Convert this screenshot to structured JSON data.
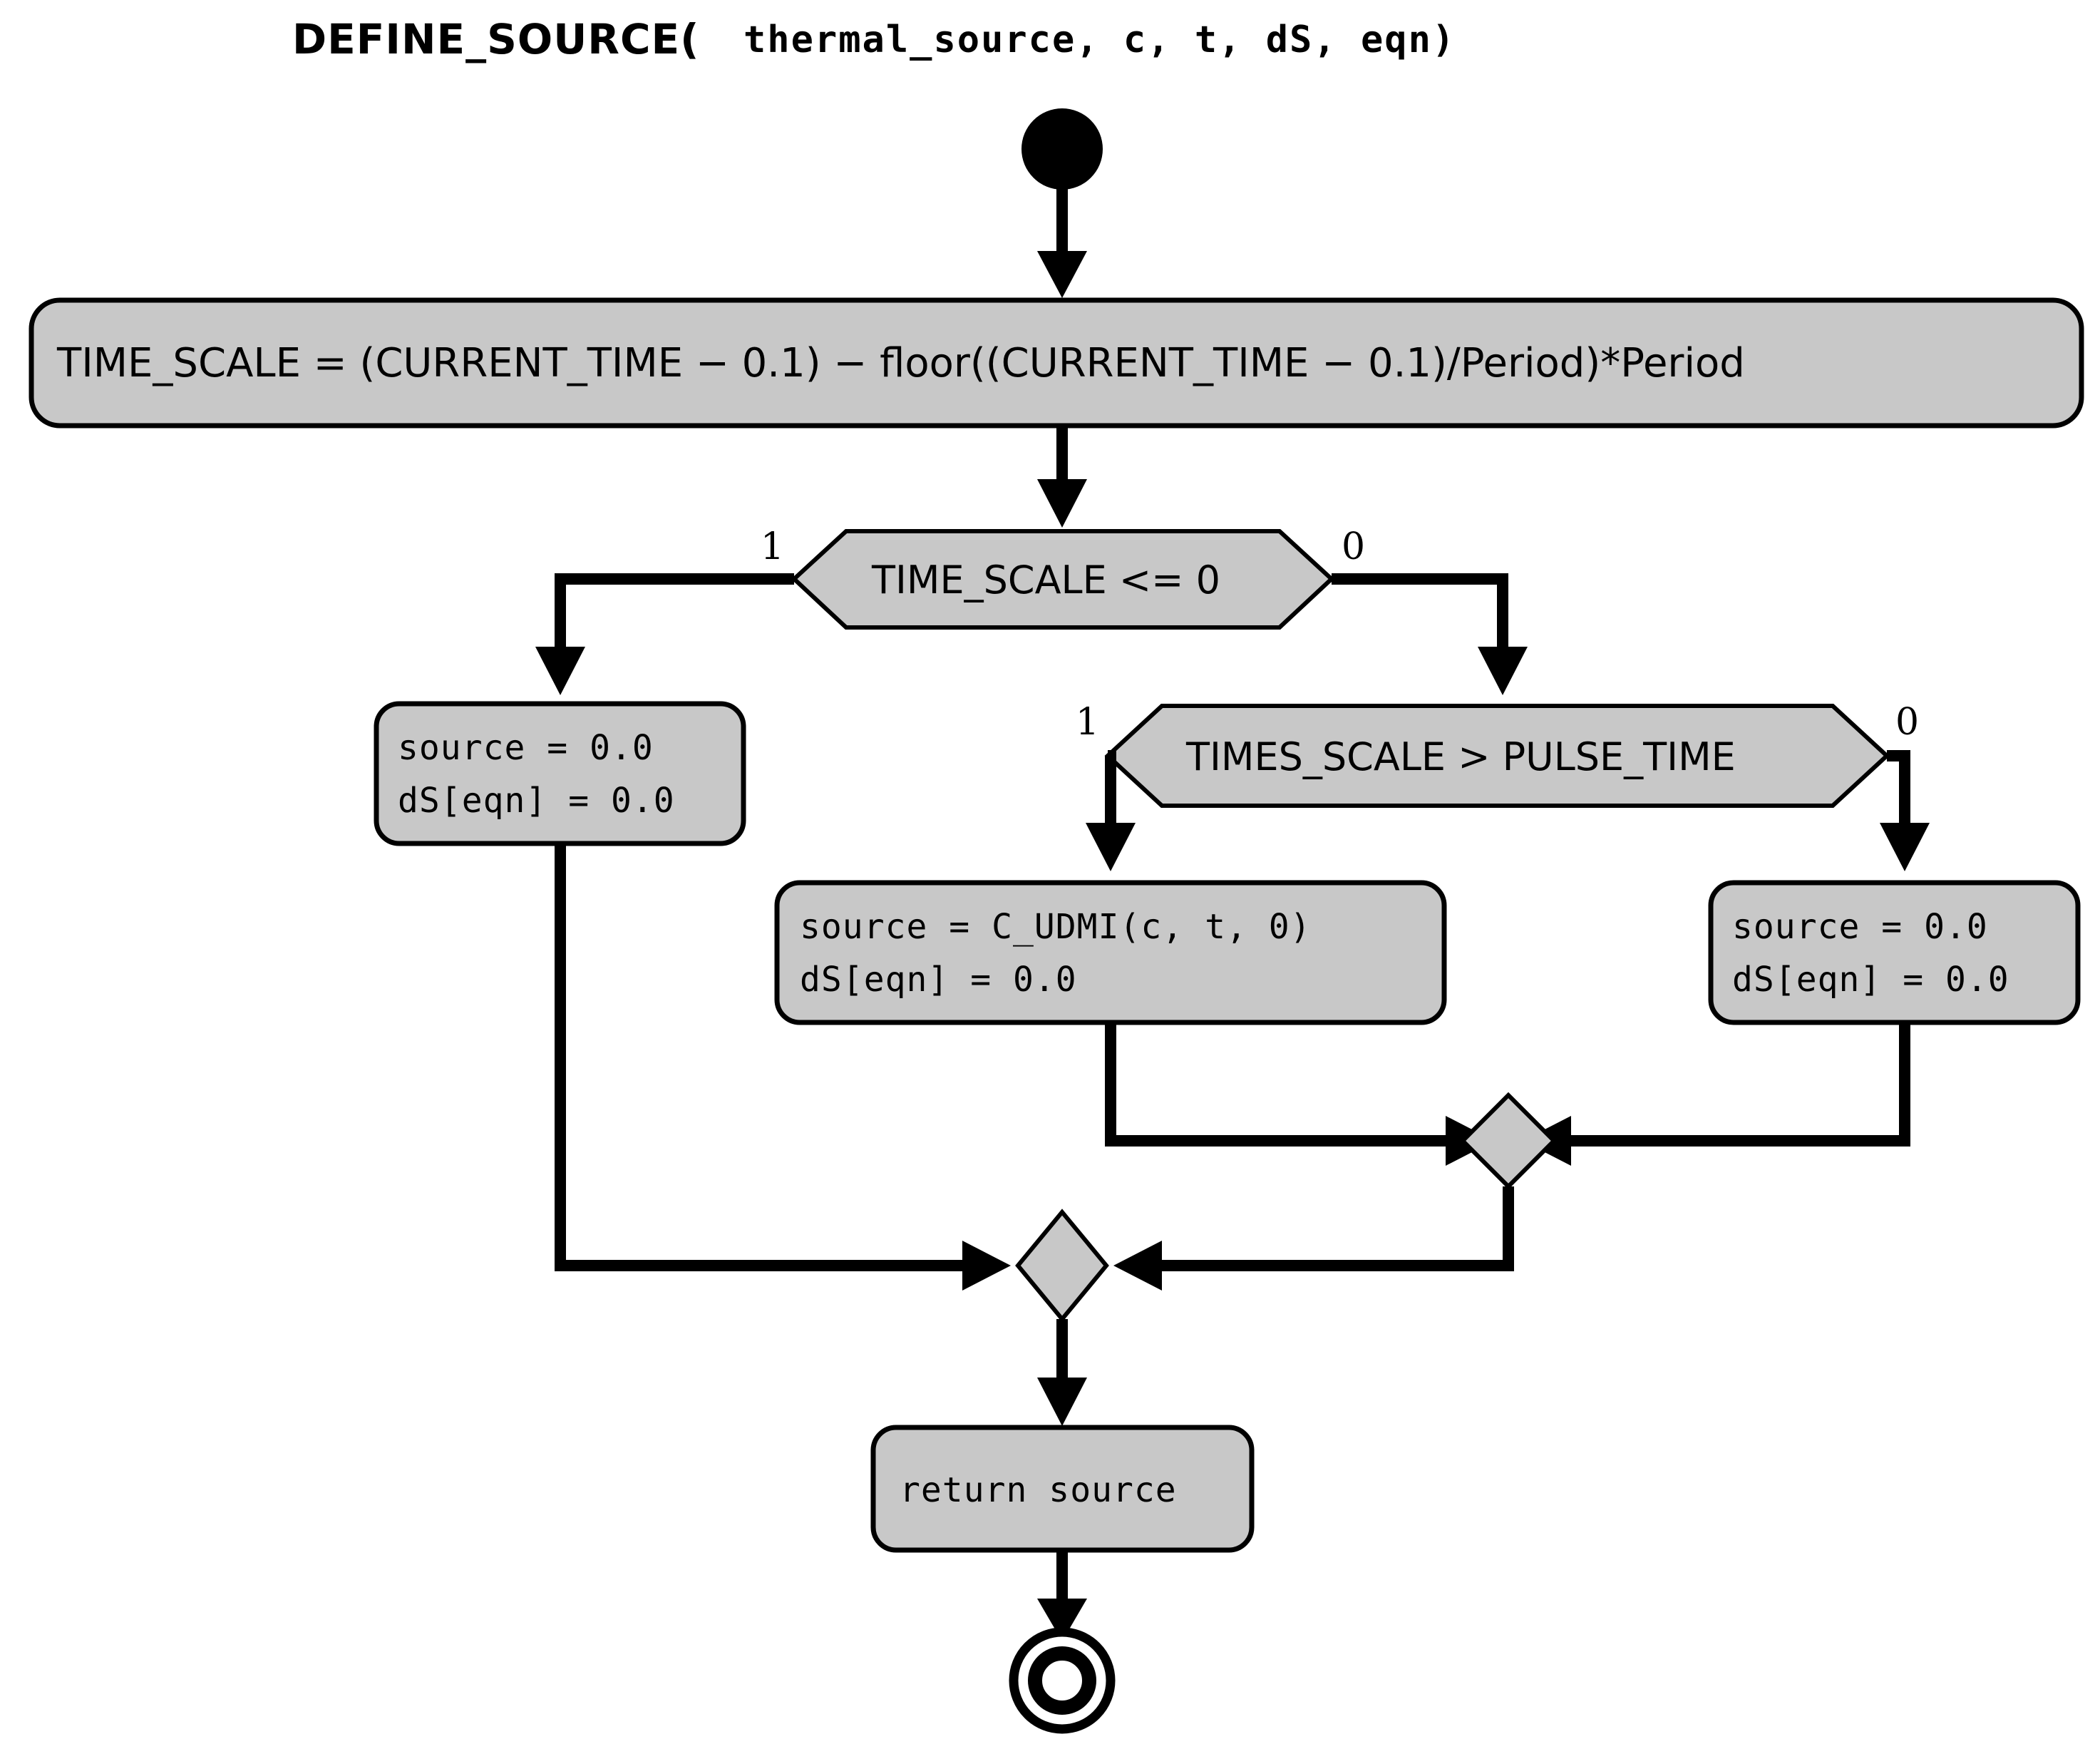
{
  "diagram": {
    "title": "DEFINE_SOURCE(thermal_source, c, t, dS, eqn)",
    "title_head": "DEFINE_SOURCE(",
    "title_args": "thermal_source, c, t, dS, eqn)",
    "type": "uml-activity-flowchart",
    "colors": {
      "node_fill": "#c8c8c8",
      "stroke": "#000000",
      "background": "#ffffff"
    },
    "nodes": {
      "start": {
        "name": "start-node",
        "shape": "filled-circle"
      },
      "process_time_scale": {
        "name": "action-time-scale",
        "shape": "rounded-rectangle",
        "text": "TIME_SCALE = (CURRENT_TIME − 0.1) − floor((CURRENT_TIME − 0.1)/Period)*Period"
      },
      "decision_time_scale": {
        "name": "decision-time-scale-le-zero",
        "shape": "hexagon",
        "text": "TIME_SCALE <= 0",
        "label_true": "1",
        "label_false": "0"
      },
      "action_zero_left": {
        "name": "action-source-zero-left",
        "shape": "rounded-rectangle",
        "line1": "source = 0.0",
        "line2": "dS[eqn] = 0.0"
      },
      "decision_pulse": {
        "name": "decision-times-scale-gt-pulse-time",
        "shape": "hexagon",
        "text": "TIMES_SCALE > PULSE_TIME",
        "label_true": "1",
        "label_false": "0"
      },
      "action_udmi": {
        "name": "action-source-c-udmi",
        "shape": "rounded-rectangle",
        "line1": "source = C_UDMI(c, t, 0)",
        "line2": "dS[eqn] = 0.0"
      },
      "action_zero_right": {
        "name": "action-source-zero-right",
        "shape": "rounded-rectangle",
        "line1": "source = 0.0",
        "line2": "dS[eqn] = 0.0"
      },
      "merge_inner": {
        "name": "merge-node-inner",
        "shape": "diamond"
      },
      "merge_outer": {
        "name": "merge-node-outer",
        "shape": "diamond"
      },
      "action_return": {
        "name": "action-return-source",
        "shape": "rounded-rectangle",
        "text": "return source"
      },
      "end": {
        "name": "end-node",
        "shape": "double-circle"
      }
    },
    "edges": [
      {
        "from": "start",
        "to": "process_time_scale",
        "label": ""
      },
      {
        "from": "process_time_scale",
        "to": "decision_time_scale",
        "label": ""
      },
      {
        "from": "decision_time_scale",
        "to": "action_zero_left",
        "label": "1"
      },
      {
        "from": "decision_time_scale",
        "to": "decision_pulse",
        "label": "0"
      },
      {
        "from": "decision_pulse",
        "to": "action_udmi",
        "label": "1"
      },
      {
        "from": "decision_pulse",
        "to": "action_zero_right",
        "label": "0"
      },
      {
        "from": "action_udmi",
        "to": "merge_inner",
        "label": ""
      },
      {
        "from": "action_zero_right",
        "to": "merge_inner",
        "label": ""
      },
      {
        "from": "merge_inner",
        "to": "merge_outer",
        "label": ""
      },
      {
        "from": "action_zero_left",
        "to": "merge_outer",
        "label": ""
      },
      {
        "from": "merge_outer",
        "to": "action_return",
        "label": ""
      },
      {
        "from": "action_return",
        "to": "end",
        "label": ""
      }
    ]
  }
}
